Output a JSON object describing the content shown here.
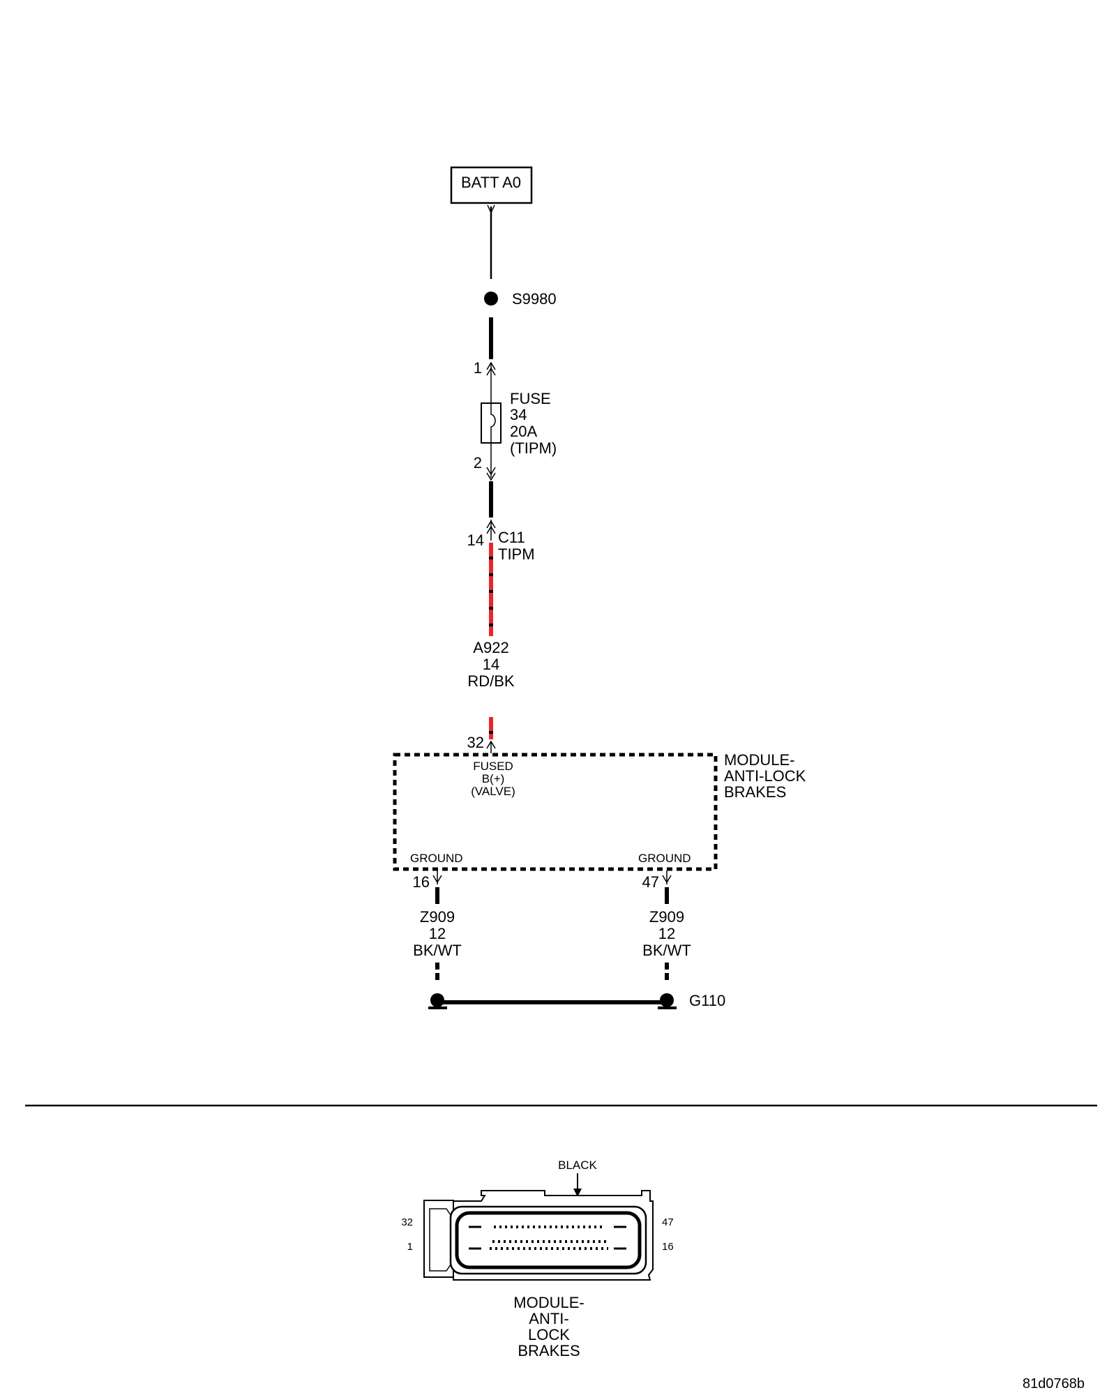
{
  "source": {
    "label": "BATT A0"
  },
  "splice": {
    "id": "S9980"
  },
  "fuse": {
    "pin_in": "1",
    "pin_out": "2",
    "lines": [
      "FUSE",
      "34",
      "20A",
      "(TIPM)"
    ]
  },
  "connector_c11": {
    "pin": "14",
    "lines": [
      "C11",
      "TIPM"
    ]
  },
  "wire_power": {
    "circuit": "A922",
    "gauge": "14",
    "color": "RD/BK",
    "stripe_color": "#e8262c"
  },
  "module": {
    "lines": [
      "MODULE-",
      "ANTI-LOCK",
      "BRAKES"
    ],
    "power_pin": "32",
    "power_pin_label": [
      "FUSED",
      "B(+)",
      "(VALVE)"
    ],
    "ground_left": {
      "label": "GROUND",
      "pin": "16"
    },
    "ground_right": {
      "label": "GROUND",
      "pin": "47"
    }
  },
  "wire_ground_left": {
    "circuit": "Z909",
    "gauge": "12",
    "color": "BK/WT"
  },
  "wire_ground_right": {
    "circuit": "Z909",
    "gauge": "12",
    "color": "BK/WT"
  },
  "ground": {
    "id": "G110"
  },
  "connector_view": {
    "color_label": "BLACK",
    "pin_top_left": "32",
    "pin_bottom_left": "1",
    "pin_top_right": "47",
    "pin_bottom_right": "16",
    "name_lines": [
      "MODULE-",
      "ANTI-",
      "LOCK",
      "BRAKES"
    ]
  },
  "figure_id": "81d0768b"
}
